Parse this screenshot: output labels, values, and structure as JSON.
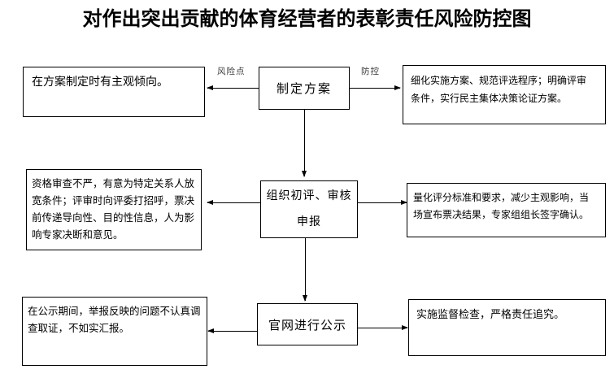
{
  "title": "对作出突出贡献的体育经营者的表彰责任风险防控图",
  "edge_labels": {
    "risk": "风险点",
    "control": "防控"
  },
  "rows": [
    {
      "risk": [
        "在方案制定时有主观倾向。"
      ],
      "process": [
        "制定方案"
      ],
      "control": [
        "细化实施方案、规范评选程序；明确评审",
        "条件，实行民主集体决策论证方案。"
      ]
    },
    {
      "risk": [
        "资格审查不严，有意为特定关系人放",
        "宽条件；评审时向评委打招呼，票决",
        "前传递导向性、目的性信息，人为影",
        "响专家决断和意见。"
      ],
      "process": [
        "组织初评、审核",
        "申报"
      ],
      "control": [
        "量化评分标准和要求，减少主观影响，当",
        "场宣布票决结果，专家组组长签字确认。"
      ]
    },
    {
      "risk": [
        "在公示期间，举报反映的问题不认真调",
        "查取证，不如实汇报。"
      ],
      "process": [
        "官网进行公示"
      ],
      "control": [
        "实施监督检查，严格责任追究。"
      ]
    }
  ],
  "colors": {
    "line": "#000000",
    "text": "#000000",
    "background": "#ffffff"
  }
}
